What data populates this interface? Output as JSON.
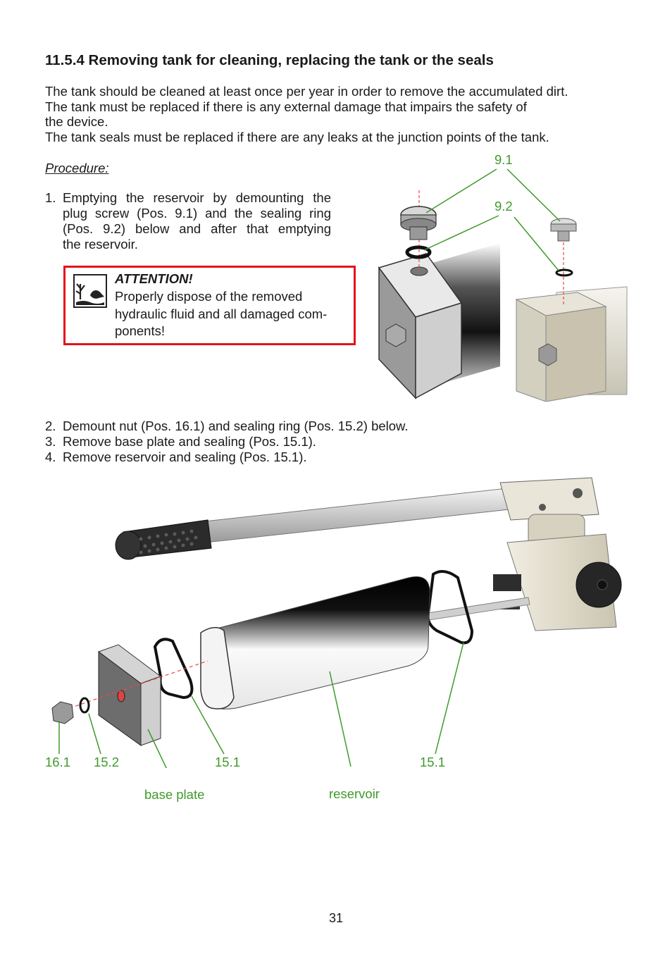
{
  "heading": "11.5.4 Removing tank for cleaning, replacing the tank or the seals",
  "intro": [
    "The tank should be cleaned at least once per year in order to remove the accumulated dirt.",
    "The tank must be replaced if there is any external damage that impairs the safety of",
    "the device.",
    "The tank seals must be replaced if there are any leaks at the junction points of the tank."
  ],
  "procedure_label": "Procedure:",
  "step1": {
    "number": "1.",
    "lines": [
      "Emptying the reservoir by demounting the",
      "plug screw (Pos. 9.1) and the sealing ring",
      "(Pos. 9.2) below and after that emptying",
      "the reservoir."
    ]
  },
  "attention": {
    "icon": "environment-hazard-icon",
    "title": "ATTENTION!",
    "lines": [
      "Properly dispose of the removed",
      "hydraulic fluid and all damaged com-",
      "ponents!"
    ],
    "border_color": "#e3141b"
  },
  "steps": [
    {
      "number": "2.",
      "text": "Demount nut (Pos. 16.1) and sealing ring (Pos. 15.2) below."
    },
    {
      "number": "3.",
      "text": "Remove base plate and sealing (Pos. 15.1)."
    },
    {
      "number": "4.",
      "text": "Remove reservoir and sealing (Pos. 15.1)."
    }
  ],
  "figure1_labels": {
    "pos_9_1": "9.1",
    "pos_9_2": "9.2"
  },
  "figure2_labels": {
    "pos_16_1": "16.1",
    "pos_15_2": "15.2",
    "pos_15_1_left": "15.1",
    "pos_15_1_right": "15.1",
    "base_plate": "base plate",
    "reservoir": "reservoir"
  },
  "label_color": "#3f9a2c",
  "page_number": "31"
}
